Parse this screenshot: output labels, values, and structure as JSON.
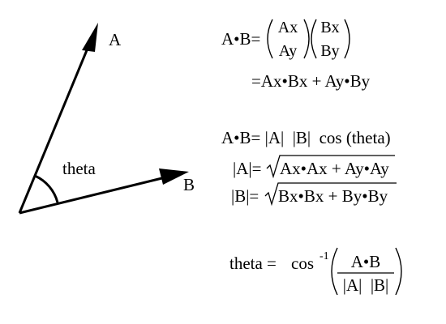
{
  "diagram": {
    "vector_a_label": "A",
    "vector_b_label": "B",
    "angle_label": "theta"
  },
  "formulas": {
    "dot_product_lhs": "A•B=",
    "vec_a_top": "Ax",
    "vec_a_bottom": "Ay",
    "vec_b_top": "Bx",
    "vec_b_bottom": "By",
    "dot_product_expansion": "=Ax•Bx + Ay•By",
    "dot_cos_relation": "A•B= |A|  |B|  cos (theta)",
    "mag_a_lhs": "|A|=",
    "mag_a_radicand": "Ax•Ax + Ay•Ay",
    "mag_b_lhs": "|B|=",
    "mag_b_radicand": "Bx•Bx + By•By",
    "theta_lhs": "theta = ",
    "theta_func": "cos",
    "theta_exponent": "-1",
    "theta_numerator": "A•B",
    "theta_denominator": "|A|  |B|"
  }
}
